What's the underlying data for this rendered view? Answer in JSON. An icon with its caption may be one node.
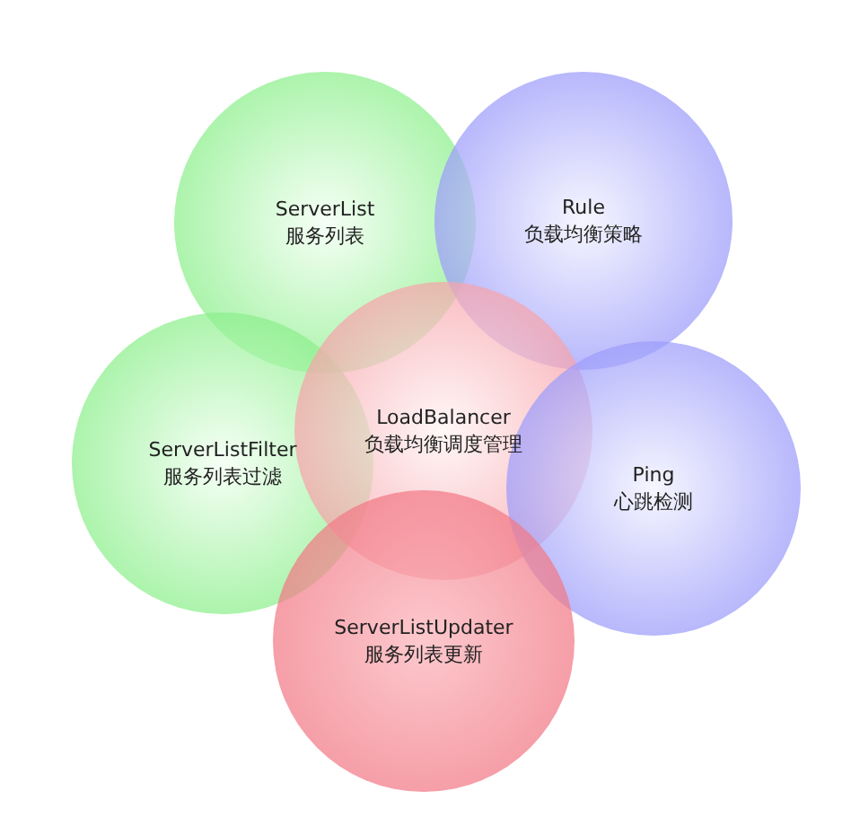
{
  "diagram": {
    "nodes": [
      {
        "text": [
          "ServerList",
          "服务列表"
        ]
      },
      {
        "text": [
          "Rule",
          "负载均衡策略"
        ]
      },
      {
        "text": [
          "ServerListFilter",
          "服务列表过滤"
        ]
      },
      {
        "text": [
          "LoadBalancer",
          "负载均衡调度管理"
        ]
      },
      {
        "text": [
          "Ping",
          "心跳检测"
        ]
      },
      {
        "text": [
          "ServerListUpdater",
          "服务列表更新"
        ]
      }
    ]
  }
}
